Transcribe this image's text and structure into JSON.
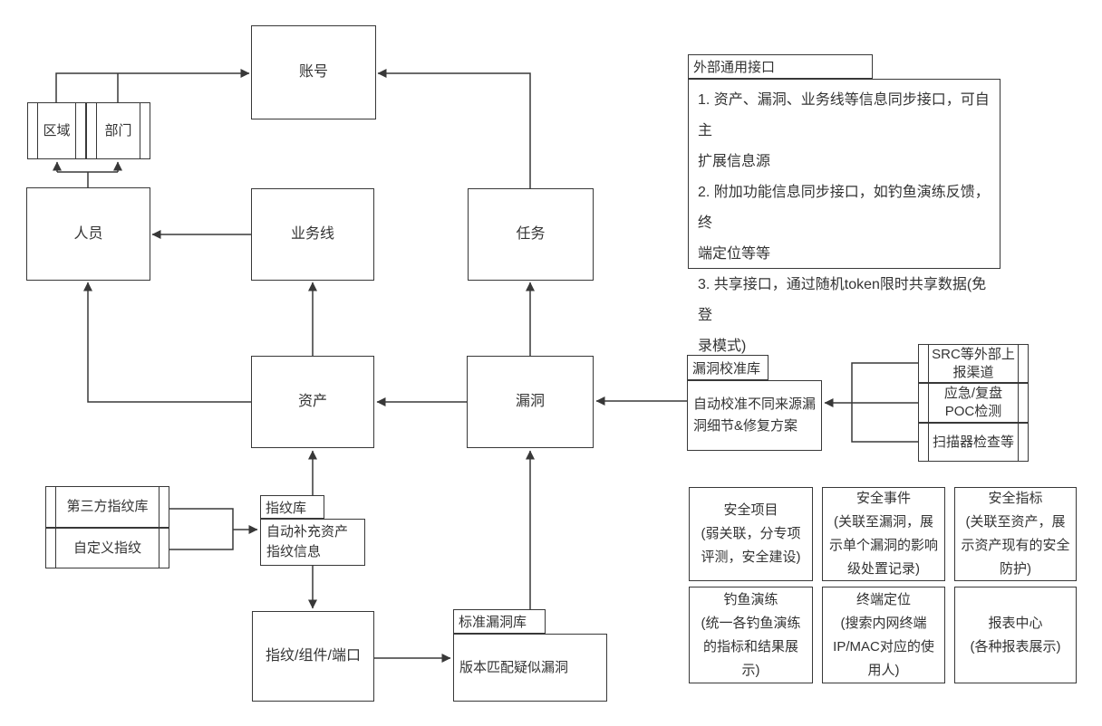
{
  "colors": {
    "line": "#383838",
    "text": "#333333",
    "background": "#ffffff"
  },
  "nodes": {
    "account": "账号",
    "region": "区域",
    "department": "部门",
    "personnel": "人员",
    "business_line": "业务线",
    "task": "任务",
    "asset": "资产",
    "vulnerability": "漏洞",
    "fingerprint_component_port": "指纹/组件/端口",
    "third_party_fingerprint_lib": "第三方指纹库",
    "custom_fingerprint": "自定义指纹",
    "src_report_channel": [
      "SRC等外部上",
      "报渠道"
    ],
    "emergency_poc_check": [
      "应急/复盘",
      "POC检测"
    ],
    "scanner_check": "扫描器检查等"
  },
  "packages": {
    "external_api": {
      "title": "外部通用接口",
      "lines": [
        "1. 资产、漏洞、业务线等信息同步接口，可自主",
        "扩展信息源",
        "2. 附加功能信息同步接口，如钓鱼演练反馈，终",
        "端定位等等",
        "3. 共享接口，通过随机token限时共享数据(免登",
        "录模式)"
      ]
    },
    "vuln_calibration_lib": {
      "title": "漏洞校准库",
      "lines": [
        "自动校准不同来源漏",
        "洞细节&修复方案"
      ]
    },
    "fingerprint_lib": {
      "title": "指纹库",
      "lines": [
        "自动补充资产",
        "指纹信息"
      ]
    },
    "standard_vuln_lib": {
      "title": "标准漏洞库",
      "lines": [
        "版本匹配疑似漏洞"
      ]
    }
  },
  "features": [
    {
      "lines": [
        "安全项目",
        "(弱关联，分专项",
        "评测，安全建设)"
      ]
    },
    {
      "lines": [
        "安全事件",
        "(关联至漏洞，展",
        "示单个漏洞的影响",
        "级处置记录)"
      ]
    },
    {
      "lines": [
        "安全指标",
        "(关联至资产，展",
        "示资产现有的安全",
        "防护)"
      ]
    },
    {
      "lines": [
        "钓鱼演练",
        "(统一各钓鱼演练",
        "的指标和结果展",
        "示)"
      ]
    },
    {
      "lines": [
        "终端定位",
        "(搜索内网终端",
        "IP/MAC对应的使",
        "用人)"
      ]
    },
    {
      "lines": [
        "报表中心",
        "(各种报表展示)"
      ]
    }
  ]
}
